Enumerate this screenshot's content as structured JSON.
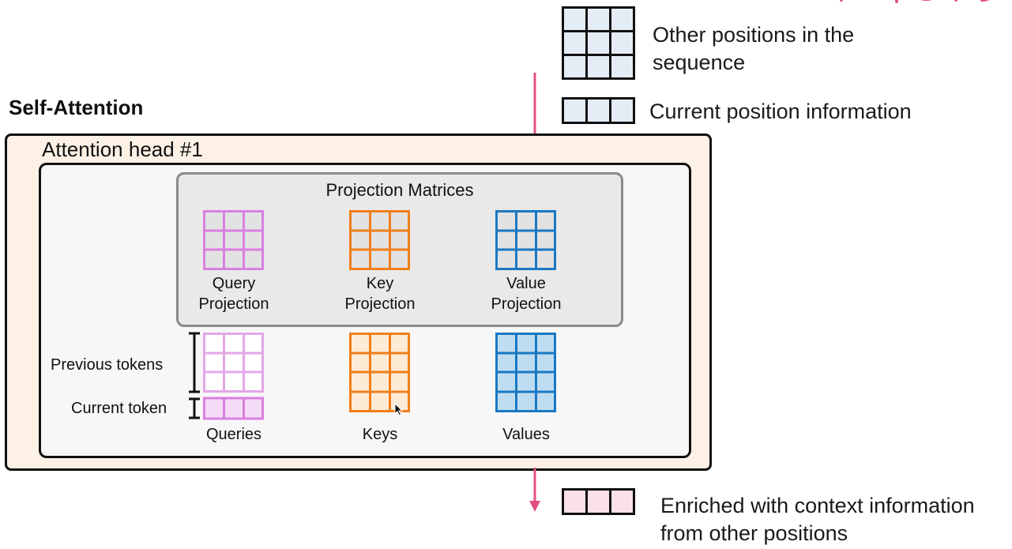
{
  "legend": {
    "other_positions": "Other positions in the sequence",
    "current_position": "Current position information",
    "enriched": "Enriched with context information from other positions"
  },
  "self_attention": {
    "title": "Self-Attention",
    "head_title": "Attention head #1",
    "projection_title": "Projection Matrices",
    "projections": [
      {
        "line1": "Query",
        "line2": "Projection"
      },
      {
        "line1": "Key",
        "line2": "Projection"
      },
      {
        "line1": "Value",
        "line2": "Projection"
      }
    ],
    "outputs": [
      "Queries",
      "Keys",
      "Values"
    ],
    "brackets": {
      "previous": "Previous tokens",
      "current": "Current token"
    }
  },
  "colors": {
    "query": "#d97fe0",
    "key": "#f07f1a",
    "value": "#1a78c2",
    "arrow": "#e0507f",
    "outer_bg": "#fdf1e6",
    "head_bg": "#f7f7f7",
    "proj_bg": "#e9e9e9"
  }
}
